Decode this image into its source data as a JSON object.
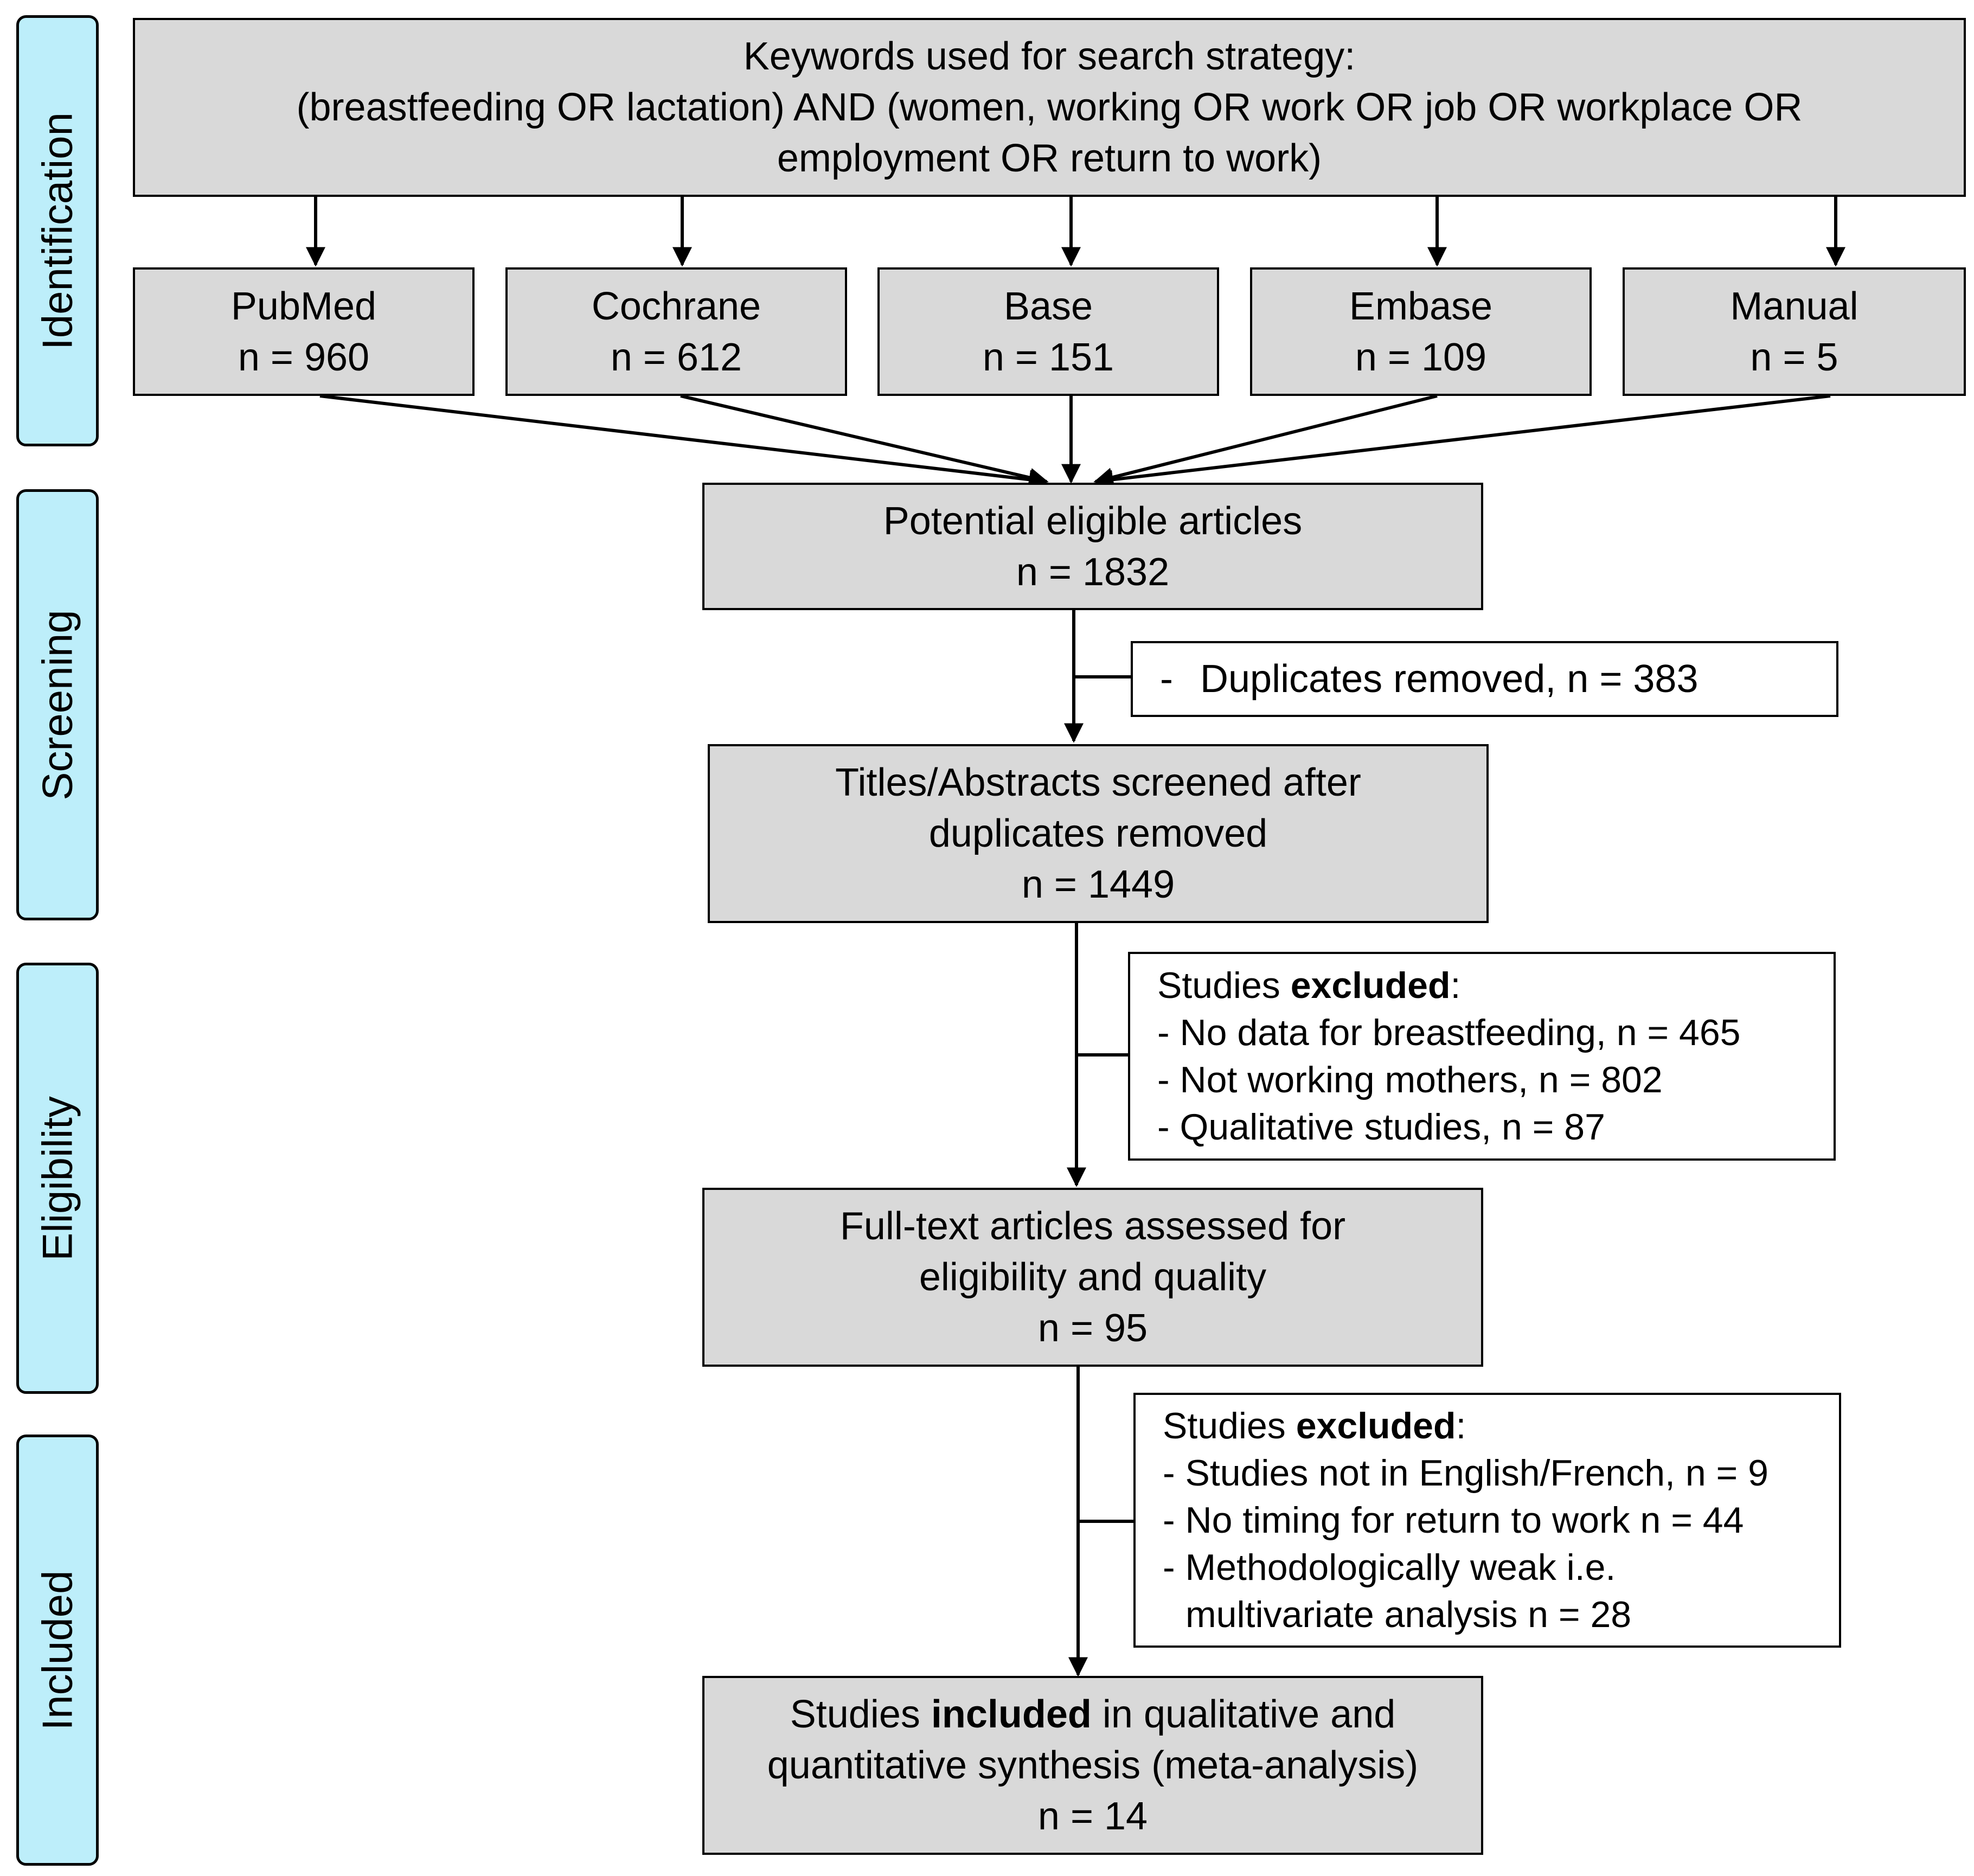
{
  "phases": {
    "identification": "Identification",
    "screening": "Screening",
    "eligibility": "Eligibility",
    "included": "Included"
  },
  "search": {
    "line1": "Keywords used for search strategy:",
    "line2": "(breastfeeding OR lactation) AND (women, working OR work OR job OR workplace OR",
    "line3": "employment OR return to work)"
  },
  "sources": [
    {
      "name": "PubMed",
      "count": "n = 960"
    },
    {
      "name": "Cochrane",
      "count": "n = 612"
    },
    {
      "name": "Base",
      "count": "n = 151"
    },
    {
      "name": "Embase",
      "count": "n = 109"
    },
    {
      "name": "Manual",
      "count": "n = 5"
    }
  ],
  "potential": {
    "label": "Potential eligible articles",
    "count": "n = 1832"
  },
  "duplicates": {
    "dash": "-",
    "text": "Duplicates removed, n = 383"
  },
  "titles": {
    "line1": "Titles/Abstracts screened after",
    "line2": "duplicates removed",
    "count": "n = 1449"
  },
  "excluded1": {
    "head_a": "Studies ",
    "head_b": "excluded",
    "head_c": ":",
    "items": [
      "- No data for breastfeeding, n = 465",
      "- Not working mothers, n = 802",
      "- Qualitative studies, n = 87"
    ]
  },
  "fulltext": {
    "line1": "Full-text articles assessed for",
    "line2": "eligibility and quality",
    "count": "n = 95"
  },
  "excluded2": {
    "head_a": "Studies ",
    "head_b": "excluded",
    "head_c": ":",
    "items": [
      "- Studies not in English/French, n = 9",
      "- No timing for return to work n = 44",
      "- Methodologically weak i.e.",
      "multivariate analysis n = 28"
    ]
  },
  "included": {
    "a": "Studies ",
    "b": "included",
    "c": " in qualitative and",
    "line2": "quantitative synthesis (meta-analysis)",
    "count": "n = 14"
  }
}
